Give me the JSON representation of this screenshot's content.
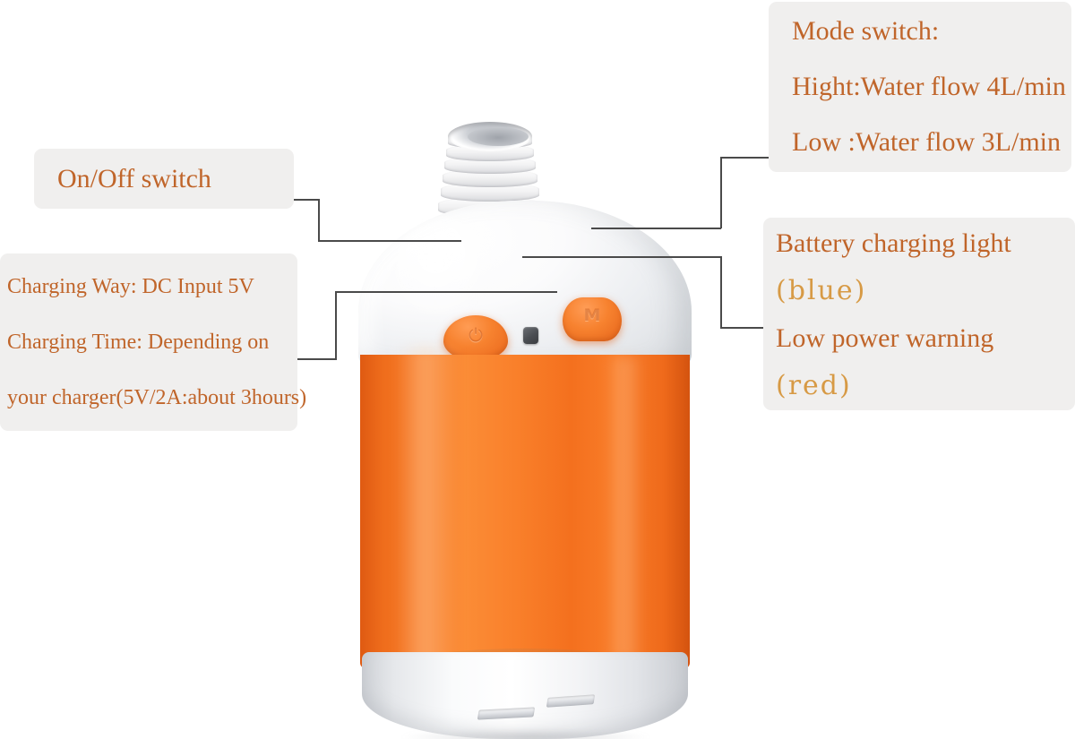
{
  "diagram": {
    "title": "Portable Shower Pump annotated product diagram",
    "background_color": "#ffffff",
    "callout_bg_color": "#f0efee",
    "callout_text_color": "#c0652a",
    "callout_accent_text_color": "#d79a45",
    "leader_line_color": "#4a4a4a"
  },
  "callouts": {
    "mode_switch": {
      "lines": [
        "Mode switch:",
        "Hight:Water flow 4L/min",
        "Low  :Water flow 3L/min"
      ]
    },
    "battery_light": {
      "lines": [
        "Battery charging light",
        "(blue)",
        "Low power warning",
        "(red)"
      ]
    },
    "on_off_switch": {
      "lines": [
        "On/Off switch"
      ]
    },
    "charging": {
      "lines": [
        "Charging Way: DC Input 5V",
        "Charging Time: Depending on",
        "your charger(5V/2A:about 3hours)"
      ]
    }
  },
  "product": {
    "name": "portable-shower-pump",
    "body_color": "#f4701e",
    "shell_color": "#ffffff",
    "button_color": "#f7822f",
    "led_color": "#4a4d52",
    "parts": {
      "nozzle": "threaded-hose-nozzle",
      "power_button": "power-button",
      "power_button_glyph": "⏻",
      "mode_button": "mode-button",
      "mode_button_glyph": "M",
      "led_indicator": "status-led",
      "usb_cover": "usb-charging-port-cover",
      "base_vents": "base-vent-slot"
    }
  }
}
